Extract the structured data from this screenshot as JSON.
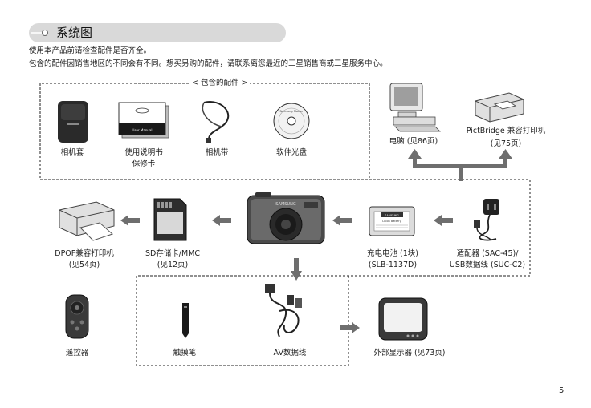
{
  "header": {
    "title": "系统图"
  },
  "intro": {
    "line1": "使用本产品前请检查配件是否齐全。",
    "line2": "包含的配件因销售地区的不同会有不同。想买另购的配件，请联系离您最近的三星销售商或三星服务中心。"
  },
  "included": {
    "label": "< 包含的配件 >",
    "items": [
      {
        "label": "相机套"
      },
      {
        "label": "使用说明书",
        "label2": "保修卡"
      },
      {
        "label": "相机带"
      },
      {
        "label": "软件光盘"
      }
    ]
  },
  "pc": {
    "label": "电脑 (见86页)"
  },
  "pictbridge": {
    "label": "PictBridge 兼容打印机",
    "label2": "(见75页)"
  },
  "dpof": {
    "label": "DPOF兼容打印机",
    "label2": "(见54页)"
  },
  "sd": {
    "label": "SD存储卡/MMC",
    "label2": "(见12页)"
  },
  "battery": {
    "label": "充电电池 (1块)",
    "label2": "(SLB-1137D)",
    "brand": "SAMSUNG",
    "text": "Li-ion Battery"
  },
  "adapter": {
    "label": "适配器 (SAC-45)/",
    "label2": "USB数据线 (SUC-C2)"
  },
  "remote": {
    "label": "遥控器"
  },
  "stylus": {
    "label": "触摸笔"
  },
  "av": {
    "label": "AV数据线"
  },
  "monitor": {
    "label": "外部显示器 (见73页)"
  },
  "manual_cover": {
    "brand": "SAMSUNG",
    "text": "User Manual"
  },
  "cd": {
    "text": "Samsung Master"
  },
  "camera": {
    "brand": "SAMSUNG"
  },
  "footer": {
    "page_number": "5"
  },
  "colors": {
    "arrow": "#6e6e6e",
    "dashed": "#222222",
    "title_bar": "#d9d9d9"
  }
}
